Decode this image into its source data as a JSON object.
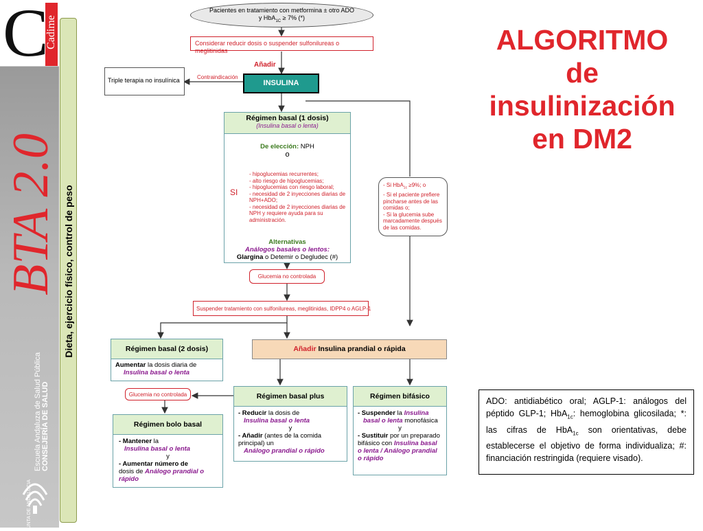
{
  "branding": {
    "cadime_letter": "C",
    "cadime_label": "Cadime",
    "bta_label": "BTA 2.0",
    "school_line1": "Escuela Andaluza de Salud Pública",
    "school_line2": "CONSEJERÍA DE SALUD",
    "junta_label": "JUNTA DE ANDALUCIA"
  },
  "side_tab": {
    "label": "Dieta, ejercicio físico, control de peso"
  },
  "title": {
    "line1": "ALGORITMO",
    "line2": "de",
    "line3": "insulinización",
    "line4": "en DM2"
  },
  "flow": {
    "start": {
      "line1": "Pacientes en tratamiento con metformina ± otro ADO",
      "line2_prefix": "y HbA",
      "line2_sub": "1C",
      "line2_suffix": " ≥ 7% (*)"
    },
    "consider": "Considerar reducir dosis o suspender sulfonilureas o meglitinidas",
    "add_label": "Añadir",
    "insulin": "INSULINA",
    "contra_label": "Contraindicación",
    "triple": "Triple terapia no insulínica",
    "basal1": {
      "title": "Régimen basal (1 dosis)",
      "subtitle": "(Insulina basal o lenta)",
      "choice_label": "De elección:",
      "choice_value": "NPH",
      "o": "o",
      "si": "SI",
      "conditions": [
        "- hipoglucemias recurrentes;",
        "- alto riesgo de hipoglucemias;",
        "- hipoglucemias con riesgo laboral;",
        "- necesidad de 2 inyecciones diarias de NPH+ADO;",
        "- necesidad de 2 inyecciones diarias de NPH y requiere ayuda para su administración."
      ],
      "alt_label": "Alternativas",
      "alt_sub": "Análogos basales o lentos:",
      "alt_bold": "Glargina",
      "alt_rest": " o Detemir o Degludec (#)"
    },
    "side_cond": {
      "item1_prefix": "- Si HbA",
      "item1_sub": "1c",
      "item1_suffix": " ≥9%;  o",
      "item2": "- Si el paciente prefiere pincharse antes de las comidas o;",
      "item3": "- Si la glucemia sube marcadamente después de las comidas."
    },
    "uncontrolled1": "Glucemia no controlada",
    "suspend": "Suspender tratamiento con sulfonilureas, meglitinidas, IDPP4 o AGLP-1",
    "basal2": {
      "title": "Régimen basal (2 dosis)",
      "bold": "Aumentar",
      "rest": " la dosis diaria de",
      "purple": "Insulina basal o lenta"
    },
    "prandial": {
      "add": "Añadir",
      "rest": " Insulina prandial o rápida"
    },
    "uncontrolled2": "Glucemia no controlada",
    "basal_plus": {
      "title": "Régimen basal plus",
      "l1_bold": "- Reducir",
      "l1_rest": " la dosis de",
      "l2_purple": "Insulina basal o lenta",
      "y": "y",
      "l3_bold": "- Añadir",
      "l3_rest": " (antes de la comida principal) un",
      "l4_purple": "Análogo prandial o rápido"
    },
    "biphasic": {
      "title": "Régimen bifásico",
      "l1_bold": "- Suspender",
      "l1_rest": " la ",
      "l1_purple": "Insulina",
      "l2_purple": "basal o lenta",
      "l2_rest": " monofásica",
      "y": "y",
      "l3_bold": "- Sustituir",
      "l3_rest": " por un preparado bifásico con ",
      "l3_purple": "Insulina basal o lenta / Análogo prandial o rápido"
    },
    "bolus": {
      "title": "Régimen bolo basal",
      "l1_bold": "- Mantener",
      "l1_rest": " la",
      "l2_purple": "Insulina basal o lenta",
      "y": "y",
      "l3_bold": "- Aumentar número de",
      "l3_rest": "dosis de ",
      "l3_purple": "Análogo prandial o rápido"
    }
  },
  "legend": {
    "text_a": "ADO: antidiabético oral; AGLP-1: análogos del péptido GLP-1; HbA",
    "sub_a": "1c",
    "text_b": ": hemoglobina glicosilada; *: las cifras de HbA",
    "sub_b": "1c",
    "text_c": " son orientativas, debe establecerse el objetivo de forma individualiza; #: financiación restringida (requiere visado)."
  },
  "colors": {
    "accent_red": "#e0262c",
    "green_box": "#dff0d0",
    "orange_box": "#f7d9b8",
    "red_text": "#d0212b",
    "purple_text": "#8a1a8e"
  }
}
